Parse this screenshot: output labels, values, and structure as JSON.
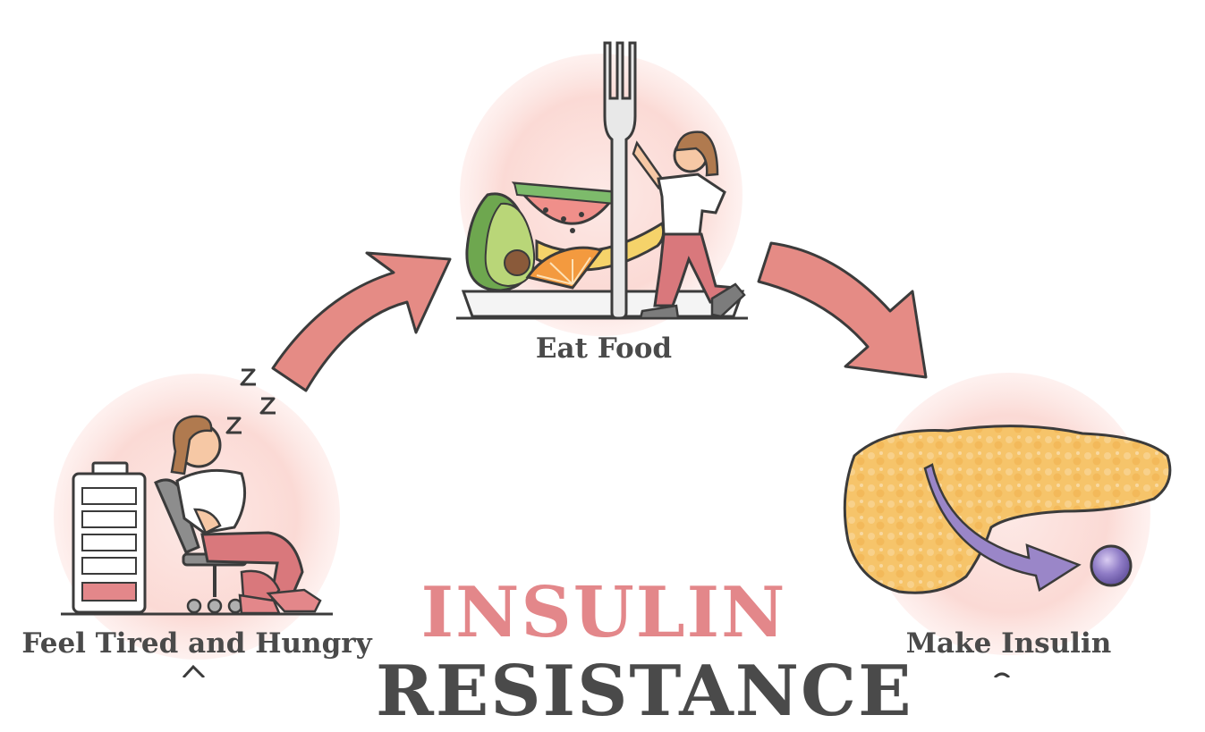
{
  "steps": {
    "eat": "Eat Food",
    "tired": "Feel Tired and Hungry",
    "make": "Make Insulin"
  },
  "title": {
    "line1": "INSULIN",
    "line2": "RESISTANCE"
  },
  "colors": {
    "accent": "#e3878a",
    "arrow": "#e58b85",
    "text": "#4a4a4a",
    "circle": "#fbe0dc",
    "pancreas": "#f6c46a",
    "purple": "#9a86c8"
  },
  "icons": {
    "sleep": "zzz-icon",
    "battery": "battery-low-icon",
    "fork": "fork-icon",
    "pancreas": "pancreas-icon"
  }
}
